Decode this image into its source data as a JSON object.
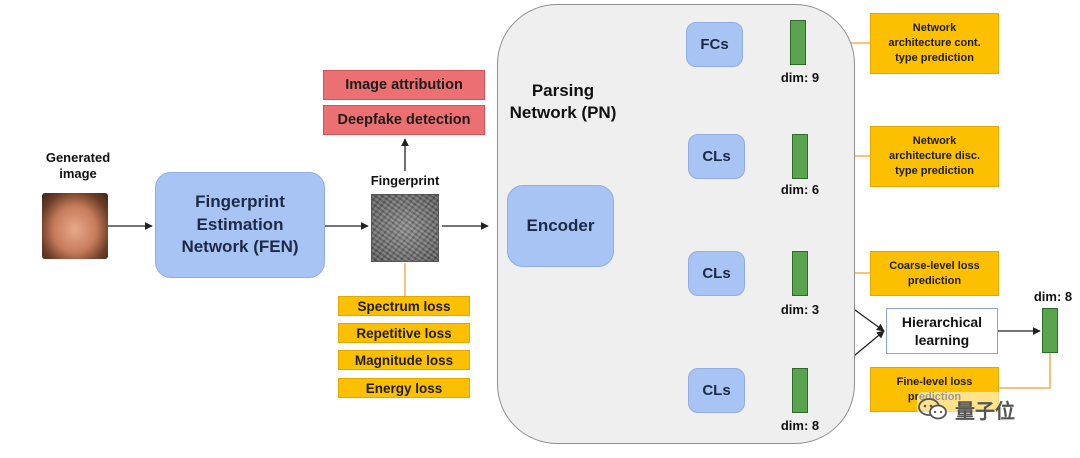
{
  "input": {
    "label": "Generated\nimage",
    "image_icon": "generated-face-image"
  },
  "fen": {
    "label": "Fingerprint\nEstimation\nNetwork (FEN)"
  },
  "fingerprint": {
    "label": "Fingerprint",
    "image_icon": "fingerprint-noise-image"
  },
  "tasks": {
    "attribution": "Image attribution",
    "deepfake": "Deepfake detection"
  },
  "losses": [
    "Spectrum loss",
    "Repetitive loss",
    "Magnitude loss",
    "Energy loss"
  ],
  "pn": {
    "title": "Parsing\nNetwork (PN)",
    "encoder": "Encoder"
  },
  "branches": [
    {
      "layer": "FCs",
      "dim": "dim: 9"
    },
    {
      "layer": "CLs",
      "dim": "dim: 6"
    },
    {
      "layer": "CLs",
      "dim": "dim: 3"
    },
    {
      "layer": "CLs",
      "dim": "dim: 8"
    }
  ],
  "predictions": [
    "Network\narchitecture cont.\ntype prediction",
    "Network\narchitecture disc.\ntype prediction",
    "Coarse-level loss\nprediction",
    "Fine-level loss\nprediction"
  ],
  "hierarchical": {
    "label": "Hierarchical\nlearning",
    "dim": "dim: 8"
  },
  "watermark": {
    "text": "量子位",
    "icon": "wechat-icon"
  },
  "colors": {
    "blue": "#a8c4f4",
    "red": "#ec6f72",
    "yellow": "#fcc000",
    "green": "#5aa34f",
    "orange_line": "#f0a030",
    "panel": "#efefef"
  }
}
